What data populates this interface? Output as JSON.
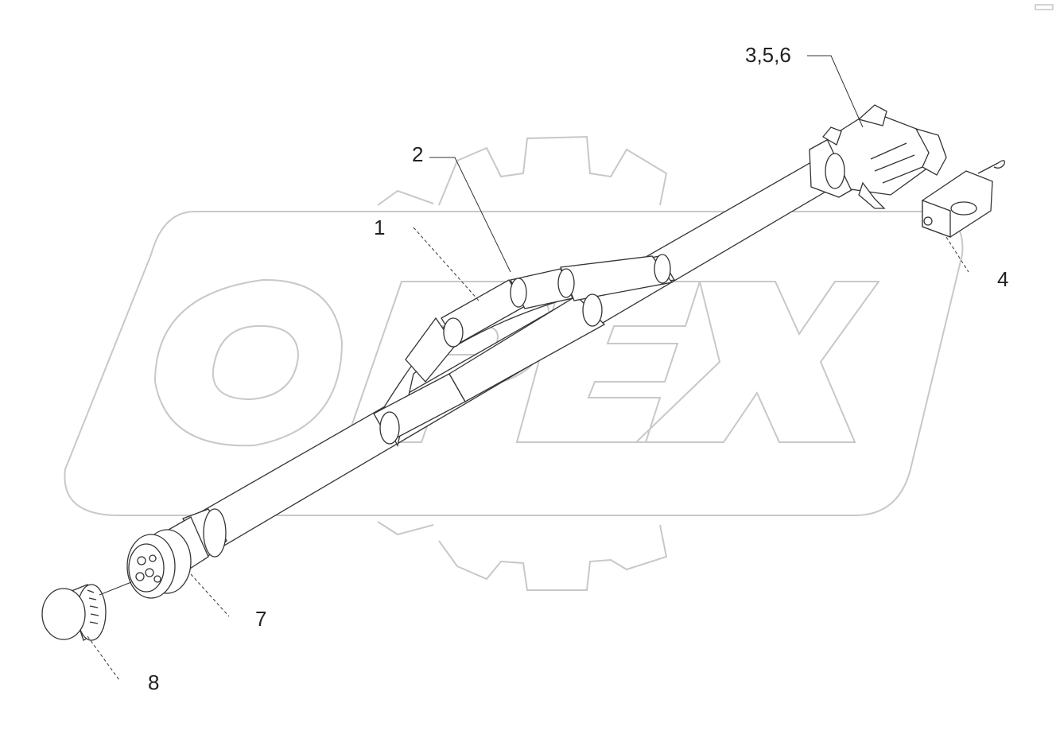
{
  "callouts": {
    "c1": "1",
    "c2": "2",
    "c356": "3,5,6",
    "c4": "4",
    "c7": "7",
    "c8": "8"
  },
  "watermark": {
    "text": "OPEX"
  },
  "colors": {
    "line": "#333333",
    "watermark": "#c8c8c8",
    "background": "#ffffff"
  }
}
